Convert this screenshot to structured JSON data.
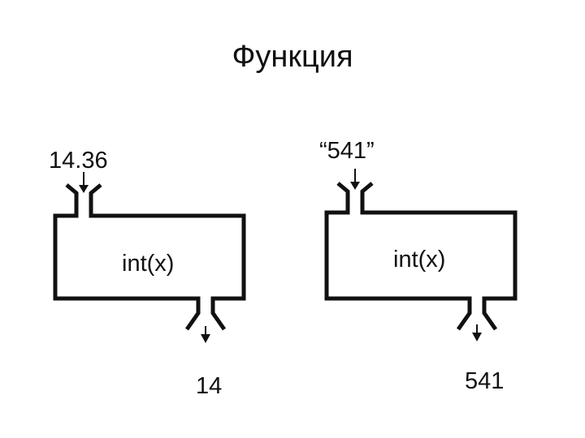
{
  "title": "Функция",
  "machines": [
    {
      "input": "14.36",
      "function": "int(x)",
      "output": "14"
    },
    {
      "input": "“541”",
      "function": "int(x)",
      "output": "541"
    }
  ]
}
